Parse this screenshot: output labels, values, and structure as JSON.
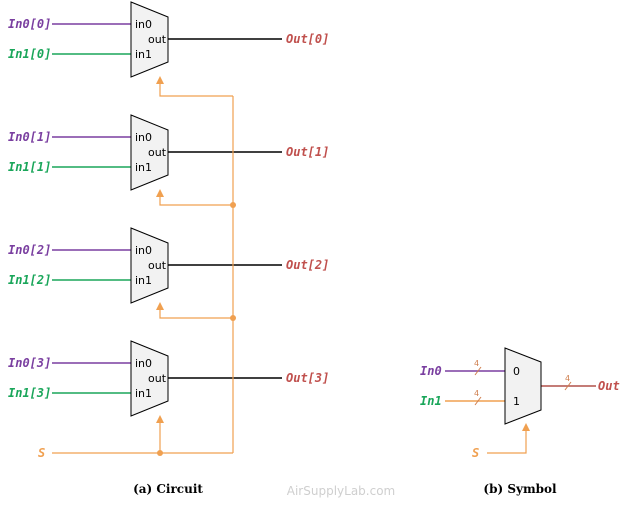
{
  "circuit": {
    "rows": [
      {
        "in0": "In0[0]",
        "in1": "In1[0]",
        "out": "Out[0]",
        "port_in0": "in0",
        "port_in1": "in1",
        "port_out": "out"
      },
      {
        "in0": "In0[1]",
        "in1": "In1[1]",
        "out": "Out[1]",
        "port_in0": "in0",
        "port_in1": "in1",
        "port_out": "out"
      },
      {
        "in0": "In0[2]",
        "in1": "In1[2]",
        "out": "Out[2]",
        "port_in0": "in0",
        "port_in1": "in1",
        "port_out": "out"
      },
      {
        "in0": "In0[3]",
        "in1": "In1[3]",
        "out": "Out[3]",
        "port_in0": "in0",
        "port_in1": "in1",
        "port_out": "out"
      }
    ],
    "select_label": "S",
    "caption": "(a) Circuit"
  },
  "symbol": {
    "in0": "In0",
    "in1": "In1",
    "out": "Out",
    "port0": "0",
    "port1": "1",
    "width_in0": "4",
    "width_in1": "4",
    "width_out": "4",
    "select_label": "S",
    "caption": "(b) Symbol"
  },
  "watermark": "AirSupplyLab.com",
  "colors": {
    "in0_wire": "#7a3fa0",
    "in1_wire": "#1aa65a",
    "out_wire": "#000000",
    "select_wire": "#f0a050",
    "symbol_out_wire": "#b0504a"
  }
}
